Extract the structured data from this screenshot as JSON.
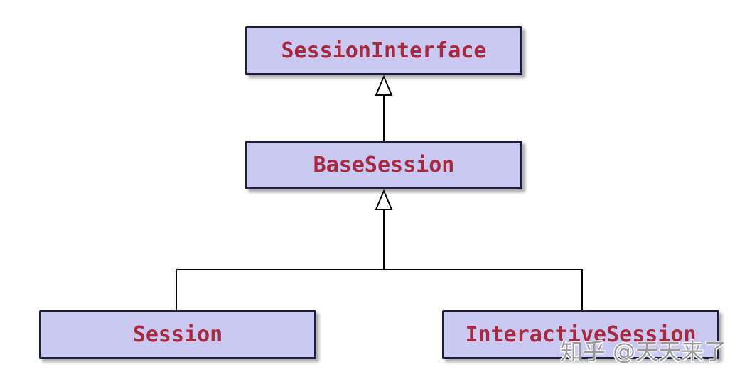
{
  "diagram": {
    "type": "uml-class-inheritance",
    "nodes": [
      {
        "id": "session-interface",
        "label": "SessionInterface"
      },
      {
        "id": "base-session",
        "label": "BaseSession"
      },
      {
        "id": "session",
        "label": "Session"
      },
      {
        "id": "interactive-session",
        "label": "InteractiveSession"
      }
    ],
    "edges": [
      {
        "from": "BaseSession",
        "to": "SessionInterface",
        "relation": "inherits"
      },
      {
        "from": "Session",
        "to": "BaseSession",
        "relation": "inherits"
      },
      {
        "from": "InteractiveSession",
        "to": "BaseSession",
        "relation": "inherits"
      }
    ],
    "colors": {
      "node_fill": "#c9c9f2",
      "node_border": "#1e1e38",
      "label": "#a8293d",
      "line": "#000000",
      "background": "#ffffff",
      "watermark": "#9a9a9a"
    }
  },
  "watermark": {
    "text": "知乎 @天天来了"
  }
}
